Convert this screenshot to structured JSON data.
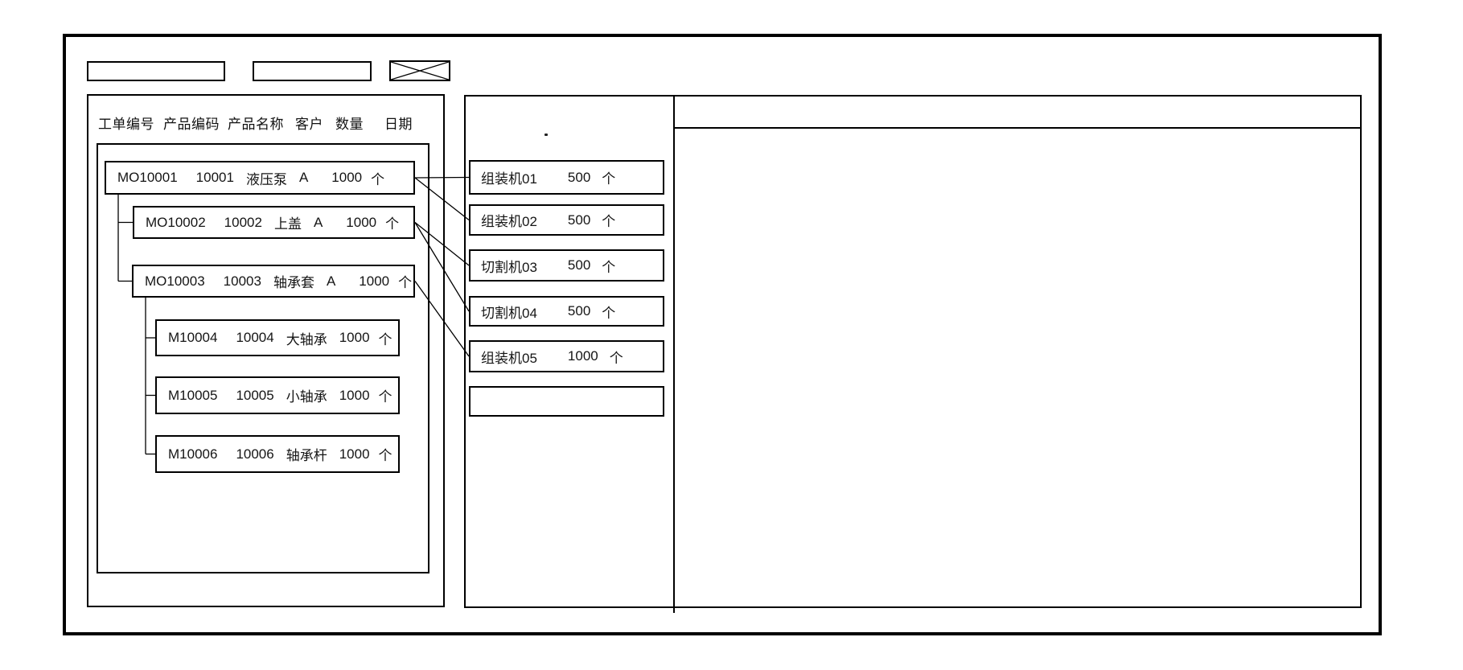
{
  "colors": {
    "line": "#000000",
    "background": "#ffffff",
    "text": "#151515"
  },
  "toolbar": {
    "field1_value": "",
    "field2_value": "",
    "crossed_box": ""
  },
  "order_panel": {
    "columns": [
      "工单编号",
      "产品编码",
      "产品名称",
      "客户",
      "数量",
      "日期"
    ],
    "orders": [
      {
        "order_no": "MO10001",
        "product_code": "10001",
        "product_name": "液压泵",
        "customer": "A",
        "qty": "1000",
        "unit": "个"
      },
      {
        "order_no": "MO10002",
        "product_code": "10002",
        "product_name": "上盖",
        "customer": "A",
        "qty": "1000",
        "unit": "个"
      },
      {
        "order_no": "MO10003",
        "product_code": "10003",
        "product_name": "轴承套",
        "customer": "A",
        "qty": "1000",
        "unit": "个"
      },
      {
        "order_no": "M10004",
        "product_code": "10004",
        "product_name": "大轴承",
        "customer": "",
        "qty": "1000",
        "unit": "个"
      },
      {
        "order_no": "M10005",
        "product_code": "10005",
        "product_name": "小轴承",
        "customer": "",
        "qty": "1000",
        "unit": "个"
      },
      {
        "order_no": "M10006",
        "product_code": "10006",
        "product_name": "轴承杆",
        "customer": "",
        "qty": "1000",
        "unit": "个"
      }
    ],
    "tree": [
      {
        "parent": 0,
        "children": [
          1,
          2
        ]
      },
      {
        "parent": 2,
        "children": [
          3,
          4,
          5
        ]
      }
    ]
  },
  "machine_panel": {
    "dot": ".",
    "machines": [
      {
        "name": "组装机01",
        "qty": "500",
        "unit": "个"
      },
      {
        "name": "组装机02",
        "qty": "500",
        "unit": "个"
      },
      {
        "name": "切割机03",
        "qty": "500",
        "unit": "个"
      },
      {
        "name": "切割机04",
        "qty": "500",
        "unit": "个"
      },
      {
        "name": "组装机05",
        "qty": "1000",
        "unit": "个"
      }
    ],
    "has_empty_slot": true
  },
  "assignments": [
    {
      "order": 0,
      "machine": 0
    },
    {
      "order": 0,
      "machine": 1
    },
    {
      "order": 1,
      "machine": 2
    },
    {
      "order": 1,
      "machine": 3
    },
    {
      "order": 2,
      "machine": 4
    }
  ]
}
